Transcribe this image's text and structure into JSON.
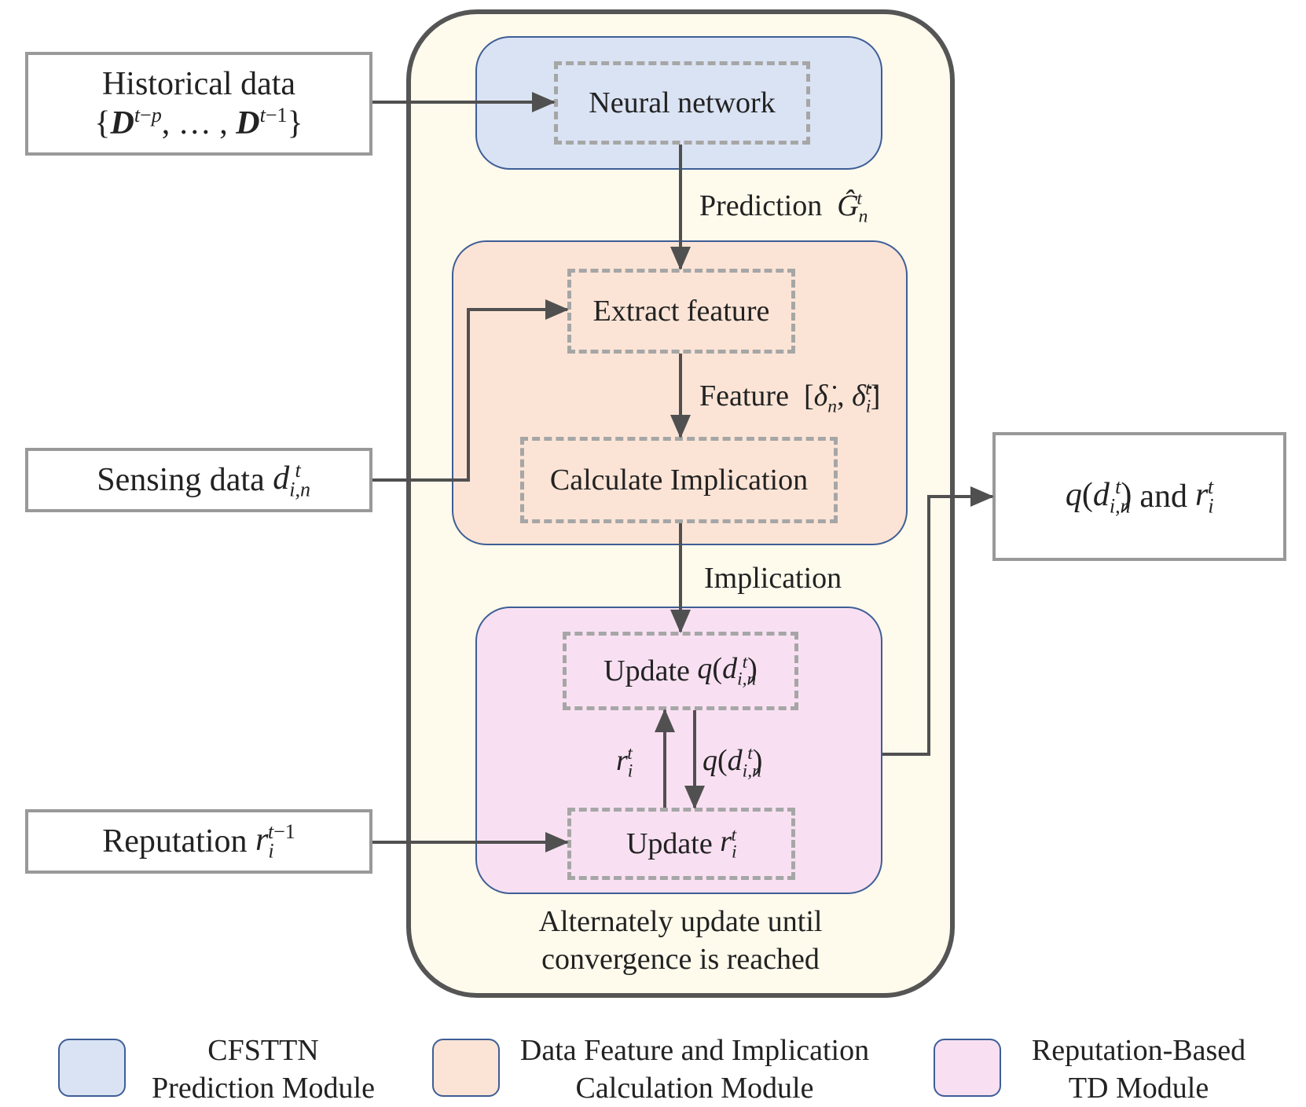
{
  "inputs": {
    "historical": {
      "label": "Historical  data",
      "math": "{D^(t−p), …, D^(t−1)}"
    },
    "sensing": {
      "label": "Sensing data",
      "math": "d_(i,n)^t"
    },
    "reputation": {
      "label": "Reputation",
      "math": "r_i^(t−1)"
    }
  },
  "output": {
    "math_q": "q(d_(i,n)^t)",
    "and": "and",
    "math_r": "r_i^t"
  },
  "steps": {
    "neural_network": "Neural network",
    "extract_feature": "Extract feature",
    "calculate_implication": "Calculate Implication",
    "update_q": "Update",
    "update_r": "Update"
  },
  "edges": {
    "prediction": "Prediction",
    "feature": "Feature",
    "implication": "Implication"
  },
  "caption": {
    "line1": "Alternately update until",
    "line2": "convergence is reached"
  },
  "legend": [
    {
      "line1": "CFSTTN",
      "line2": "Prediction Module",
      "color": "#dae3f3"
    },
    {
      "line1": "Data Feature and Implication",
      "line2": "Calculation Module",
      "color": "#fbe4d6"
    },
    {
      "line1": "Reputation-Based",
      "line2": "TD Module",
      "color": "#f8e0f2"
    }
  ],
  "colors": {
    "arrow": "#505050",
    "module_border": "#3e5e96",
    "dash": "#a6a6a6"
  }
}
